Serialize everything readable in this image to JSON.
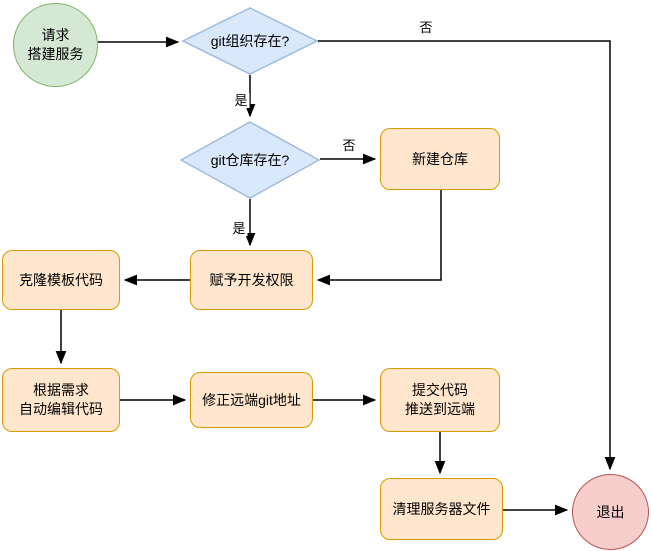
{
  "diagram": {
    "type": "flowchart",
    "colors": {
      "canvas_bg": "#ffffff",
      "text_color": "#000000",
      "line_color": "#000000",
      "start_fill": "#d5e8d4",
      "start_stroke": "#82b366",
      "decision_fill": "#dae8fc",
      "decision_stroke": "#9dbbdf",
      "process_fill": "#ffe6cc",
      "process_stroke": "#d79b00",
      "end_fill": "#f8cecc",
      "end_stroke": "#b85450"
    },
    "nodes": {
      "start": {
        "lines": [
          "请求",
          "搭建服务"
        ]
      },
      "git_org_exists": {
        "label": "git组织存在?"
      },
      "git_repo_exists": {
        "label": "git仓库存在?"
      },
      "new_repo": {
        "label": "新建仓库"
      },
      "grant_permission": {
        "label": "赋予开发权限"
      },
      "clone_template": {
        "label": "克隆模板代码"
      },
      "edit_code": {
        "lines": [
          "根据需求",
          "自动编辑代码"
        ]
      },
      "fix_remote": {
        "label": "修正远端git地址"
      },
      "commit_push": {
        "lines": [
          "提交代码",
          "推送到远端"
        ]
      },
      "clean_server": {
        "label": "清理服务器文件"
      },
      "exit": {
        "label": "退出"
      }
    },
    "edges": {
      "org_exists_no": {
        "label": "否"
      },
      "org_exists_yes": {
        "label": "是"
      },
      "repo_exists_no": {
        "label": "否"
      },
      "repo_exists_yes": {
        "label": "是"
      }
    }
  }
}
